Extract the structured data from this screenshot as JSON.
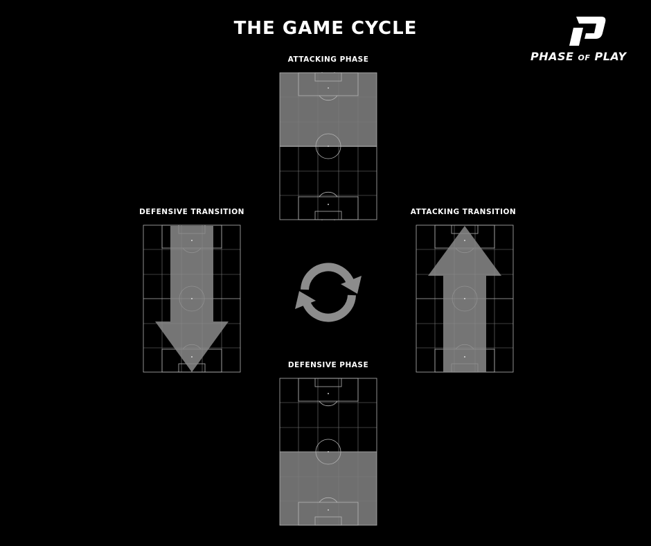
{
  "title": "THE GAME CYCLE",
  "logo": {
    "word1": "PHASE",
    "word2": "OF",
    "word3": "PLAY"
  },
  "phases": {
    "attacking_phase": "ATTACKING PHASE",
    "defensive_transition": "DEFENSIVE TRANSITION",
    "attacking_transition": "ATTACKING TRANSITION",
    "defensive_phase": "DEFENSIVE PHASE"
  },
  "colors": {
    "background": "#000000",
    "highlight": "#7a7a7a",
    "lines": "#8a8a8a",
    "text": "#ffffff"
  },
  "icons": [
    "cycle-arrows-icon",
    "down-arrow-icon",
    "up-arrow-icon",
    "logo-p-icon"
  ]
}
